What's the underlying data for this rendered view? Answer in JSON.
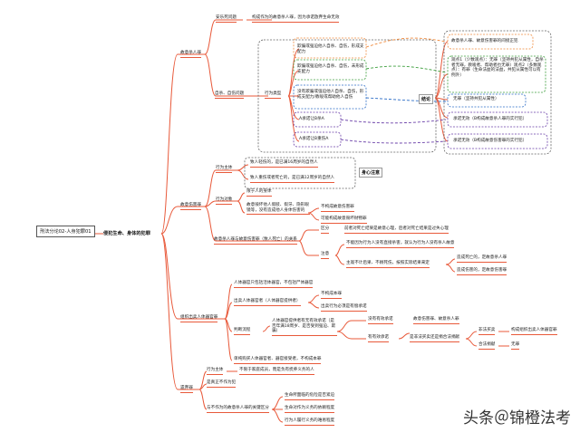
{
  "root": "刑法分论02-人身犯罪01",
  "main_branch": "侵犯生命、身体的犯罪",
  "homicide": {
    "title": "故意杀人罪",
    "euthanasia": "安乐死问题",
    "euthanasia_note": "构成作为的故意杀人罪，因为承诺放弃生命无效",
    "suicide": "自杀、自伤问题",
    "types_label": "行为类型",
    "types": [
      "欺骗或强迫他人自杀、自伤，形成支配力",
      "欺骗或强迫他人自杀、自伤，未形成支配力",
      "没有欺骗或强迫他人自杀、自伤，形成支配力/教唆或帮助他人自伤",
      "A承诺让B杀A",
      "A承诺让B重伤A"
    ],
    "conclusion_label": "结论",
    "conclusions": [
      "故意杀人罪、故意伤害罪的间接正犯",
      "观点1（少数观点）：无罪（坚持共犯从属性，自杀者无罪，教唆者、帮助者也无罪）观点2（多数观点）：有罪（生命法益的法益，共犯从属性可以有例外）",
      "无罪（坚持共犯从属性）",
      "承诺无效（B构成故意杀人罪的实行犯）",
      "承诺无效（B构成故意伤害罪的实行犯）"
    ]
  },
  "injury": {
    "title": "故意伤害罪",
    "subject": "行为主体",
    "subject_items": [
      "致人轻伤的，是已满16周岁的自然人",
      "致人重伤或者死亡的，是已满12周岁的自然人"
    ],
    "subject_note": "身心注意",
    "object": "行为对象",
    "object_items": [
      "限于人的身体",
      "故意毁坏他人假肢、假牙、隐形眼镜等，没有造成他人身体伤害的"
    ],
    "object_subitems": [
      "不构成故意伤害罪",
      "可能构成故意毁坏财物罪"
    ],
    "relation": "故意杀人罪与故意伤害罪（致人死亡）的关系",
    "distinguish": "区分",
    "distinguish_text": "前者对死亡结果是故意心理，后者对死亡结果是过失心理",
    "note": "注意",
    "note_items": [
      "不能因为行为人没有直接杀害，就认为行为人没有杀人故意",
      "主观不计后果、不顾死伤，按照实际结果来定"
    ],
    "note_subitems": [
      "造成死亡的，定故意杀人罪",
      "造成伤害的，定故意伤害罪"
    ]
  },
  "organ": {
    "title": "组织出卖人体器官罪",
    "items": [
      "人体器官只包括活体器官，不包括尸体器官",
      "出卖人体器官者（人体器官提供者）",
      "判断流程",
      "单纯购买人体器官者、器官接受者，不构成本罪"
    ],
    "seller_subitems": [
      "不构成本罪",
      "出卖行为必须是有偿承诺"
    ],
    "judge_text": "人体器官提供者有无有效承诺（是否年满18周岁、是否受到强迫、欺骗）",
    "with_consent": "没有有效承诺",
    "with_consent_result": "故意伤害罪、故意杀人罪",
    "valid_consent": "有有效承诺",
    "valid_question": "是非法买卖还是捐合法捐献",
    "illegal": "非法买卖",
    "illegal_result": "构成组织出卖人体器官罪",
    "legal": "合法捐献",
    "legal_result": "无罪"
  },
  "abandon": {
    "title": "遗弃罪",
    "subject": "行为主体",
    "subject_text": "不限于家庭成员，而是负有抚养义务的人",
    "omission": "是真正不作为犯",
    "key": "与不作为的故意杀人罪的关键区分",
    "key_items": [
      "生命所面临的危险是否紧迫",
      "生命对作为义务的依赖程度",
      "行为人履行义务的难易程度"
    ]
  },
  "watermark": "头条＠锦橙法考",
  "colors": {
    "line": "#e8593a",
    "orange": "#f08a3c",
    "green": "#3c9e3c",
    "blue": "#2f6fc7",
    "purple": "#6a3fa8"
  }
}
